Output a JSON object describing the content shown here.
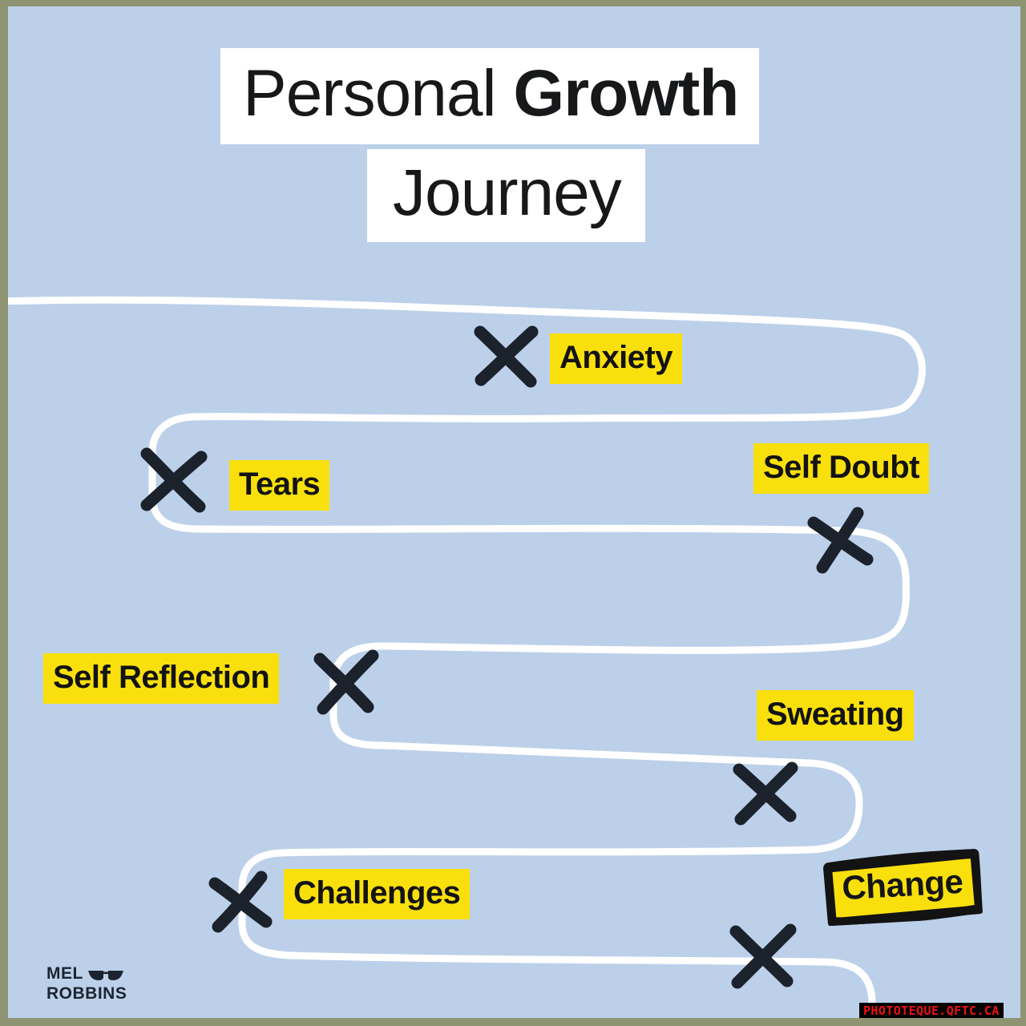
{
  "canvas": {
    "background_color": "#bcd0ea",
    "frame_color": "#8e9472",
    "path_color": "#ffffff",
    "highlight_color": "#f9e00c",
    "ink_color": "#1b222c"
  },
  "title": {
    "line1_light": "Personal ",
    "line1_bold": "Growth",
    "line2": "Journey",
    "box_color": "#ffffff"
  },
  "milestones": [
    {
      "label": "Anxiety",
      "x_mark": true
    },
    {
      "label": "Tears",
      "x_mark": true
    },
    {
      "label": "Self Doubt",
      "x_mark": true
    },
    {
      "label": "Self Reflection",
      "x_mark": true
    },
    {
      "label": "Sweating",
      "x_mark": true
    },
    {
      "label": "Challenges",
      "x_mark": true
    }
  ],
  "destination": {
    "label": "Change",
    "sticker_fill": "#f9e00c",
    "sticker_outline": "#131313"
  },
  "brand": {
    "line1": "MEL",
    "line2": "ROBBINS",
    "icon": "glasses-icon"
  },
  "watermark": {
    "text": "PHOTOTEQUE.QFTC.CA",
    "text_color": "#ee1111",
    "background_color": "#000000"
  }
}
